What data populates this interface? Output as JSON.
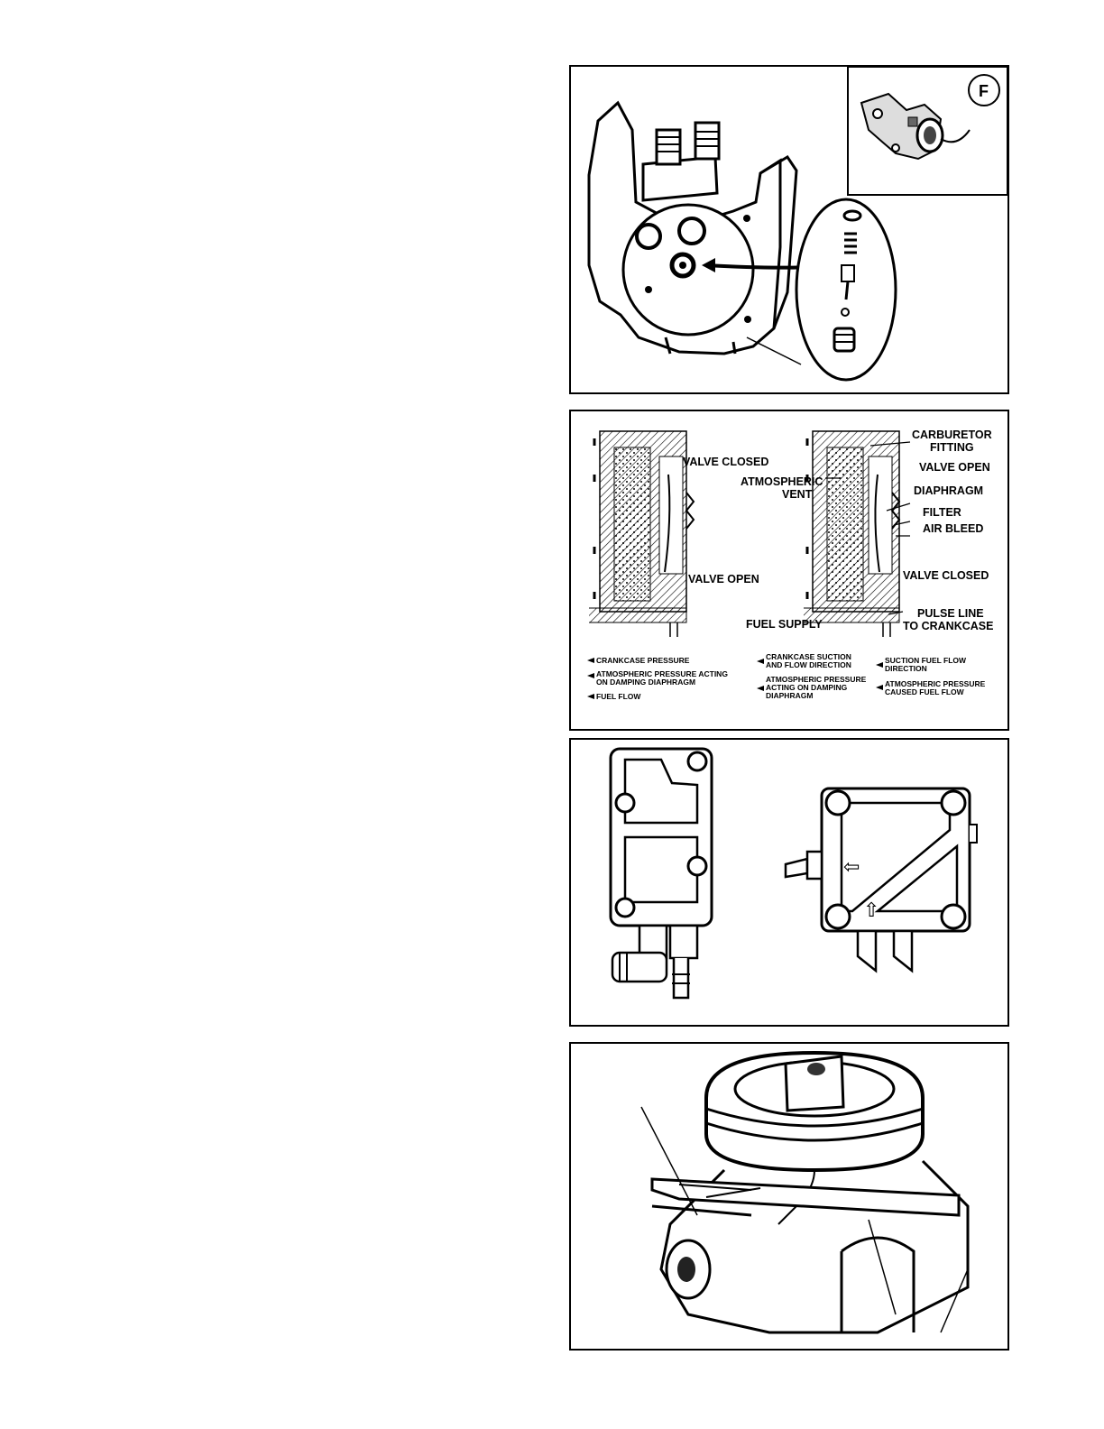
{
  "page": {
    "background": "#ffffff",
    "ink": "#000000"
  },
  "figure1": {
    "inset_letter": "F",
    "description_icon": "carburetor-body-icon"
  },
  "figure2": {
    "labels": {
      "carburetor_fitting_1": "CARBURETOR",
      "carburetor_fitting_2": "FITTING",
      "valve_closed_left": "VALVE CLOSED",
      "valve_open_right": "VALVE OPEN",
      "atmospheric_vent_1": "ATMOSPHERIC",
      "atmospheric_vent_2": "VENT",
      "diaphragm": "DIAPHRAGM",
      "filter": "FILTER",
      "air_bleed": "AIR BLEED",
      "valve_open_left": "VALVE OPEN",
      "valve_closed_right": "VALVE CLOSED",
      "pulse_line_1": "PULSE LINE",
      "pulse_line_2": "TO CRANKCASE",
      "fuel_supply": "FUEL SUPPLY"
    },
    "legend": {
      "crankcase_pressure": "CRANKCASE PRESSURE",
      "atm_damping_1": "ATMOSPHERIC PRESSURE ACTING",
      "atm_damping_2": "ON DAMPING DIAPHRAGM",
      "fuel_flow": "FUEL FLOW",
      "crankcase_suction_1": "CRANKCASE SUCTION",
      "crankcase_suction_2": "AND FLOW DIRECTION",
      "atm_acting_1": "ATMOSPHERIC PRESSURE",
      "atm_acting_2": "ACTING ON DAMPING",
      "atm_acting_3": "DIAPHRAGM",
      "suction_fuel_1": "SUCTION FUEL FLOW",
      "suction_fuel_2": "DIRECTION",
      "atm_caused_1": "ATMOSPHERIC PRESSURE",
      "atm_caused_2": "CAUSED FUEL FLOW"
    }
  },
  "figure3": {
    "arrow_left": "⇦",
    "arrow_up": "⇧"
  },
  "figure4": {}
}
